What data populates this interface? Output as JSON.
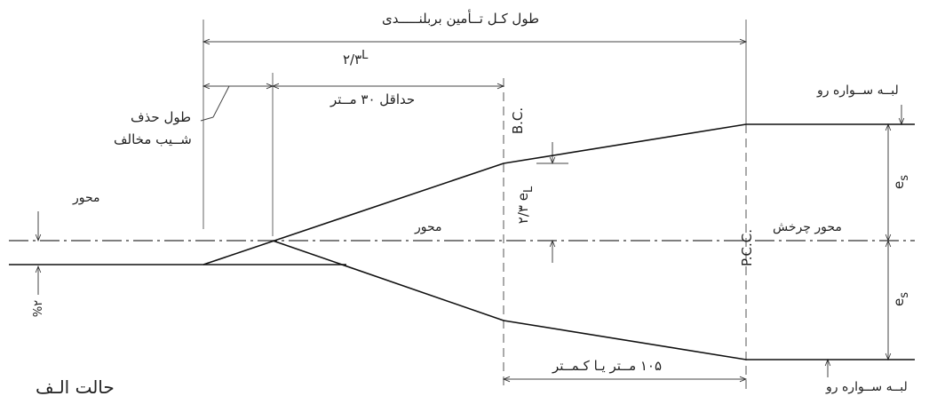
{
  "title_total_length": "طول کـل تــأمین بربلنـــــدی",
  "label_two_thirds_L": "۲/۳",
  "label_L": "L",
  "label_min_30m": "حداقل ۳۰ مــتر",
  "label_reverse_slope_removal": [
    "طول حذف",
    "شــیب مخالف"
  ],
  "label_axis_left": "محور",
  "label_axis_center": "محور",
  "label_rotation_axis": "محور چرخش",
  "label_two_percent": "%۲",
  "label_BC": "B.C.",
  "label_PCC": "P.C.C.",
  "label_two_thirds_eL": "۲/۳",
  "label_e": "e",
  "label_e_sub_L": "L",
  "label_es_upper": [
    "e",
    "s"
  ],
  "label_es_lower": [
    "e",
    "s"
  ],
  "label_edge_upper": "لبــه ســواره رو",
  "label_edge_lower": "لبــه ســواره رو",
  "label_105m": "۱۰۵ مــتر یـا کـمــتر",
  "caption": "حالت الـف"
}
